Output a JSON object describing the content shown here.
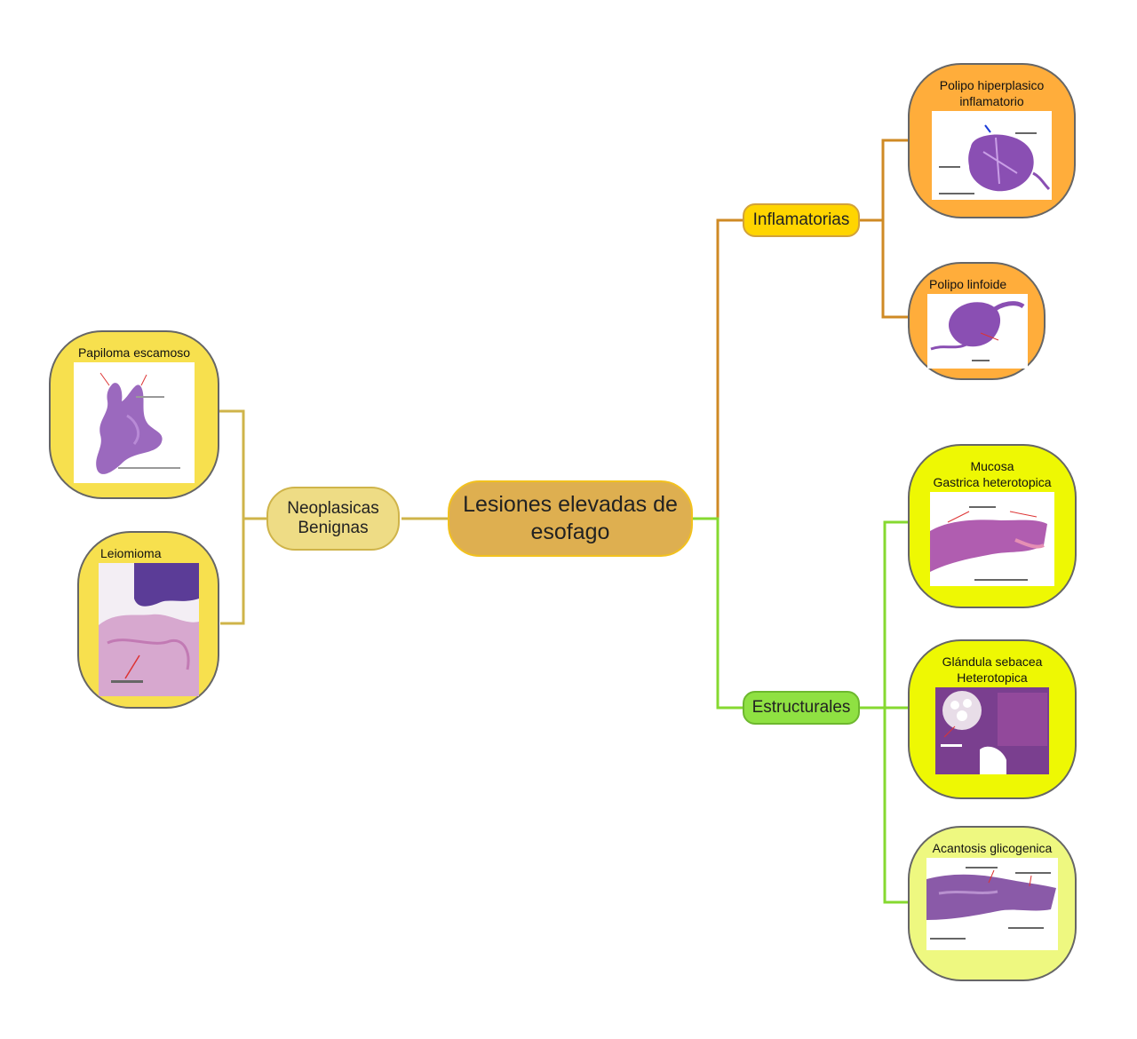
{
  "root": {
    "label": "Lesiones elevadas de\nesofago"
  },
  "branches": {
    "neoplasicas": {
      "label": "Neoplasicas\nBenignas",
      "color": "#eedc85"
    },
    "inflamatorias": {
      "label": "Inflamatorias",
      "color": "#ffd500"
    },
    "estructurales": {
      "label": "Estructurales",
      "color": "#8fe142"
    }
  },
  "leaves": {
    "papiloma": {
      "title": "Papiloma escamoso"
    },
    "leiomioma": {
      "title": "Leiomioma"
    },
    "polipo_hiperplasico": {
      "title": "Polipo hiperplasico\ninflamatorio"
    },
    "polipo_linfoide": {
      "title": "Polipo linfoide"
    },
    "mucosa_gastrica": {
      "title": "Mucosa\nGastrica heterotopica"
    },
    "glandula_sebacea": {
      "title": "Glándula sebacea\nHeterotopica"
    },
    "acantosis": {
      "title": "Acantosis glicogenica"
    }
  },
  "colors": {
    "neoplasicas_line": "#cfb44a",
    "inflamatorias_line": "#cf8a24",
    "estructurales_line": "#86d930",
    "tissue_purple": "#8a4fb3"
  }
}
